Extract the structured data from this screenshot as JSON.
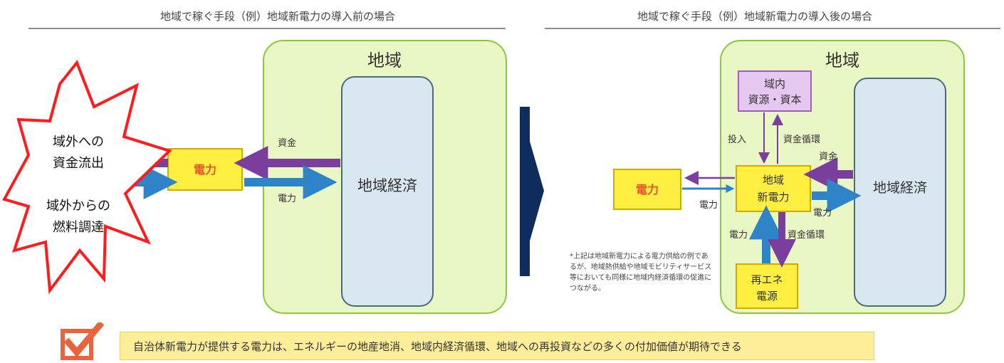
{
  "left_panel": {
    "title": "地域で稼ぐ手段（例）地域新電力の導入前の場合",
    "region_label": "地域",
    "economy_label": "地域経済",
    "power_box_label": "電力",
    "arrow_money_label": "資金",
    "arrow_power_label": "電力",
    "burst_lines": [
      "域外への",
      "資金流出",
      "",
      "域外からの",
      "燃料調達"
    ]
  },
  "right_panel": {
    "title": "地域で稼ぐ手段（例）地域新電力の導入後の場合",
    "region_label": "地域",
    "economy_label": "地域経済",
    "local_resources_line1": "域内",
    "local_resources_line2": "資源・資本",
    "new_power_line1": "地域",
    "new_power_line2": "新電力",
    "renewable_line1": "再エネ",
    "renewable_line2": "電源",
    "power_box_label": "電力",
    "label_invest": "投入",
    "label_fund_circulation_top": "資金循環",
    "label_money": "資金",
    "label_power_left": "電力",
    "label_power_right": "電力",
    "label_power_bottom": "電力",
    "label_fund_circulation_bottom": "資金循環",
    "note": "*上記は地域新電力による電力供給の例であるが、地域熱供給や地域モビリティサービス等においても同様に地域内経済循環の促進につながる。"
  },
  "banner_text": "自治体新電力が提供する電力は、エネルギーの地産地消、地域内経済循環、地域への再投資などの多くの付加価値が期待できる",
  "colors": {
    "region_fill": "#e9f7c4",
    "region_stroke": "#8cc63f",
    "economy_fill": "#d8e7f0",
    "box_yellow": "#ffef40",
    "box_text_red": "#e8532e",
    "purple_arrow": "#7a3e9d",
    "blue_arrow": "#2f84c8",
    "navy_chevron": "#0e2d5c",
    "burst_stroke": "#ff1c1c",
    "check_orange": "#e8643c"
  }
}
